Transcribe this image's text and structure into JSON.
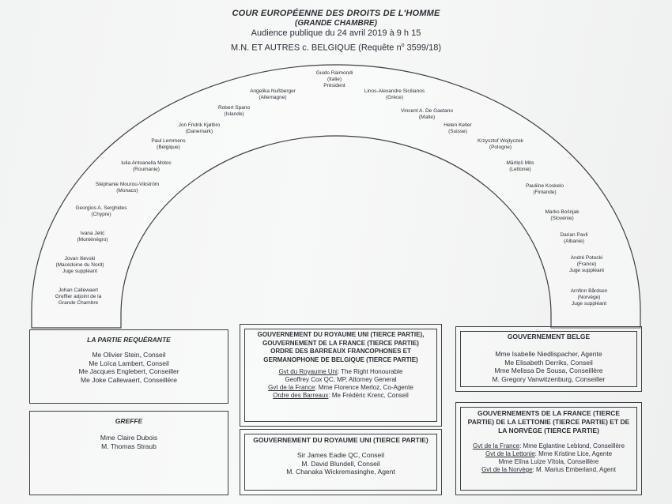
{
  "header": {
    "title": "COUR EUROPÉENNE DES DROITS DE L'HOMME",
    "subtitle": "(GRANDE CHAMBRE)",
    "session": "Audience publique du 24 avril 2019 à 9 h 15",
    "case_prefix": "M.N. ET AUTRES c. BELGIQUE (Requête n",
    "case_sup": "o",
    "case_suffix": " 3599/18)"
  },
  "judges": [
    {
      "name": "Guido Raimondi",
      "l2": "(Italie)",
      "l3": "Président"
    },
    {
      "name": "Angelika Nußberger",
      "l2": "(Allemagne)",
      "l3": ""
    },
    {
      "name": "Linos-Alexandre Sicilianos",
      "l2": "(Grèce)",
      "l3": ""
    },
    {
      "name": "Robert Spano",
      "l2": "(Islande)",
      "l3": ""
    },
    {
      "name": "Vincent A. De Gaetano",
      "l2": "(Malte)",
      "l3": ""
    },
    {
      "name": "Jon Fridrik Kjølbro",
      "l2": "(Danemark)",
      "l3": ""
    },
    {
      "name": "Helen Keller",
      "l2": "(Suisse)",
      "l3": ""
    },
    {
      "name": "Paul Lemmens",
      "l2": "(Belgique)",
      "l3": ""
    },
    {
      "name": "Krzysztof Wojtyczek",
      "l2": "(Pologne)",
      "l3": ""
    },
    {
      "name": "Iulia Antoanella Motoc",
      "l2": "(Roumanie)",
      "l3": ""
    },
    {
      "name": "Mārtiņš Mits",
      "l2": "(Lettonie)",
      "l3": ""
    },
    {
      "name": "Stéphanie Mourou-Vikström",
      "l2": "(Monaco)",
      "l3": ""
    },
    {
      "name": "Pauliine Koskelo",
      "l2": "(Finlande)",
      "l3": ""
    },
    {
      "name": "Georgios A. Serghides",
      "l2": "(Chypre)",
      "l3": ""
    },
    {
      "name": "Marko Bošnjak",
      "l2": "(Slovénie)",
      "l3": ""
    },
    {
      "name": "Ivana Jelić",
      "l2": "(Monténégro)",
      "l3": ""
    },
    {
      "name": "Darian Pavli",
      "l2": "(Albanie)",
      "l3": ""
    },
    {
      "name": "Jovan Ilievski",
      "l2": "(Macédoine du Nord)",
      "l3": "Juge suppléant"
    },
    {
      "name": "André Potocki",
      "l2": "(France)",
      "l3": "Juge suppléant"
    },
    {
      "name": "Johan Callewaert",
      "l2": "Greffier adjoint de la",
      "l3": "Grande Chambre"
    },
    {
      "name": "Arnfinn Bårdsen",
      "l2": "(Norvège)",
      "l3": "Juge suppléant"
    }
  ],
  "requerante": {
    "title": "LA PARTIE REQUÉRANTE",
    "lines": [
      "Me Olivier Stein, Conseil",
      "Me Loïca Lambert, Conseil",
      "Me Jacques Englebert, Conseiller",
      "Me Joke Callewaert, Conseillère"
    ]
  },
  "greffe": {
    "title": "GREFFE",
    "lines": [
      "Mme Claire Dubois",
      "M. Thomas Straub"
    ]
  },
  "tierce1": {
    "title": "GOUVERNEMENT DU ROYAUME UNI (TIERCE PARTIE), GOUVERNEMENT DE LA FRANCE (TIERCE PARTIE) ORDRE DES BARREAUX FRANCOPHONES ET GERMANOPHONE DE BELGIQUE (TIERCE PARTIE)",
    "l1_label": "Gvt du Royaume Uni",
    "l1_text": ": The Right Honourable",
    "l2_text": "Geoffrey Cox QC, MP, Attorney General",
    "l3_label": "Gvt de la France",
    "l3_text": ": Mme Florence Merloz, Co-Agente",
    "l4_label": "Ordre des Barreaux",
    "l4_text": ": Me Frédéric Krenc, Conseil"
  },
  "ru": {
    "title": "GOUVERNEMENT DU ROYAUME UNI (TIERCE PARTIE)",
    "lines": [
      "Sir James Eadie QC, Conseil",
      "M. David Blundell, Conseil",
      "M. Chanaka Wickremasinghe, Agent"
    ]
  },
  "belge": {
    "title": "GOUVERNEMENT BELGE",
    "lines": [
      "Mme Isabelle Niedlispacher, Agente",
      "Me Elisabeth Derriks, Conseil",
      "Mme Melissa De Sousa, Conseillère",
      "M. Gregory Vanwitzenburg, Conseiller"
    ]
  },
  "tierce2": {
    "title": "GOUVERNEMENTS DE LA FRANCE (TIERCE PARTIE) DE LA LETTONIE (TIERCE PARTIE) ET DE LA NORVÈGE (TIERCE PARTIE)",
    "l1_label": "Gvt de la France",
    "l1_text": ": Mme Eglantine Leblond, Conseillère",
    "l2_label": "Gvt de la Lettonie",
    "l2_text": ": Mme Kristine Lice, Agente",
    "l3_text": "Mme Elīna Luize Vītola, Conseillère",
    "l4_label": "Gvt de la Norvège",
    "l4_text": ": M. Marius Emberland, Agent"
  }
}
